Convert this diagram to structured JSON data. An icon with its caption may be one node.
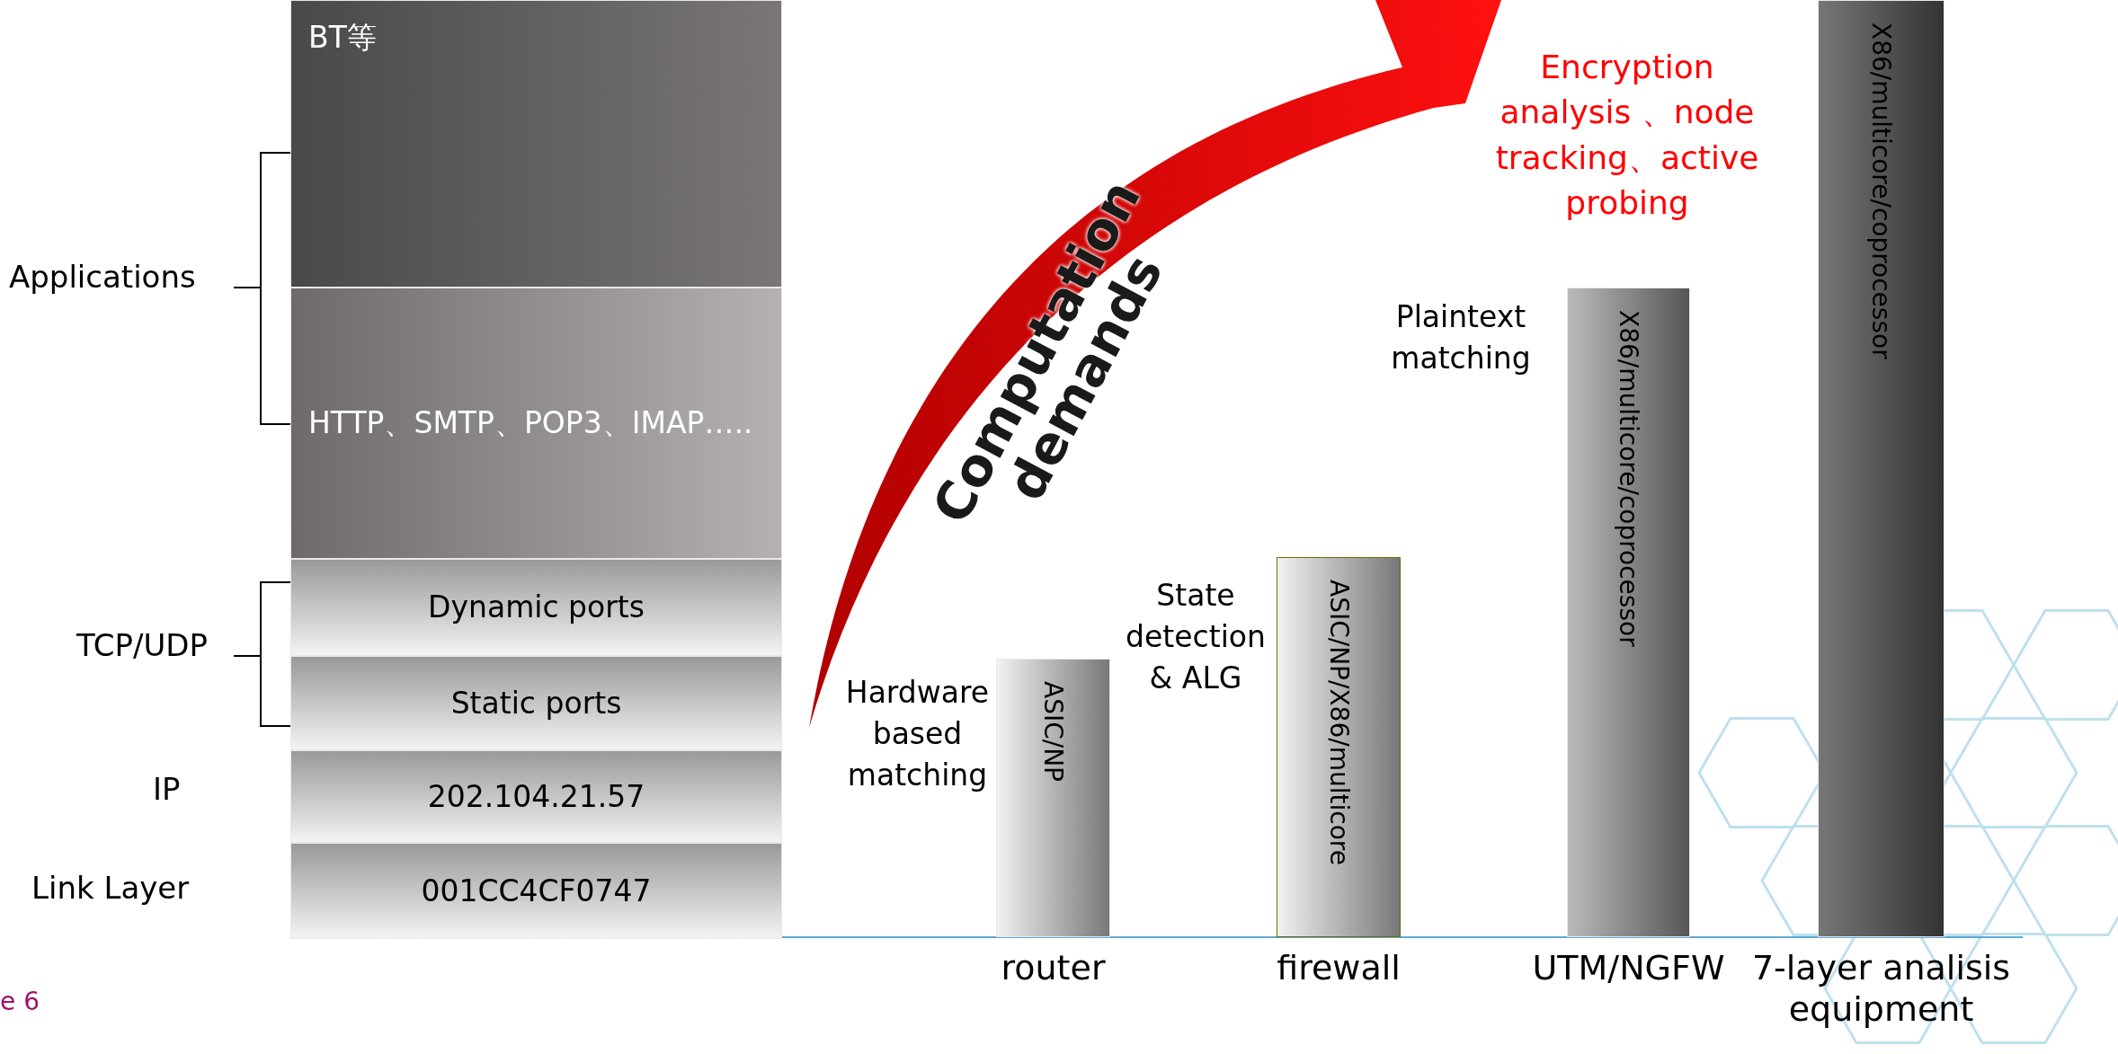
{
  "diagram": {
    "nodes": [
      {
        "text": [
          "BT等"
        ]
      },
      {
        "text": [
          "HTTP、SMTP、POP3、IMAP….."
        ]
      },
      {
        "text": [
          "Dynamic ports"
        ]
      },
      {
        "text": [
          "Static ports"
        ]
      },
      {
        "text": [
          "202.104.21.57"
        ]
      },
      {
        "text": [
          "001CC4CF0747"
        ]
      },
      {
        "text": [
          "ASIC/NP"
        ],
        "beside": [
          "router"
        ]
      },
      {
        "text": [
          "ASIC/NP/X86/multicore"
        ],
        "beside": [
          "firewall"
        ]
      },
      {
        "text": [
          "X86/multicore/coprocessor"
        ],
        "beside": [
          "UTM/NGFW"
        ]
      },
      {
        "text": [
          "X86/multicore/coprocessor"
        ],
        "beside": [
          "7-layer analisis equipment"
        ]
      }
    ],
    "edges": [],
    "labels": [
      "Applications",
      "TCP/UDP",
      "IP",
      "Link Layer",
      "Computation demands",
      "Encryption analysis 、node tracking、active probing",
      "Plaintext matching",
      "State detection & ALG",
      "Hardware based matching",
      "e 6"
    ]
  }
}
